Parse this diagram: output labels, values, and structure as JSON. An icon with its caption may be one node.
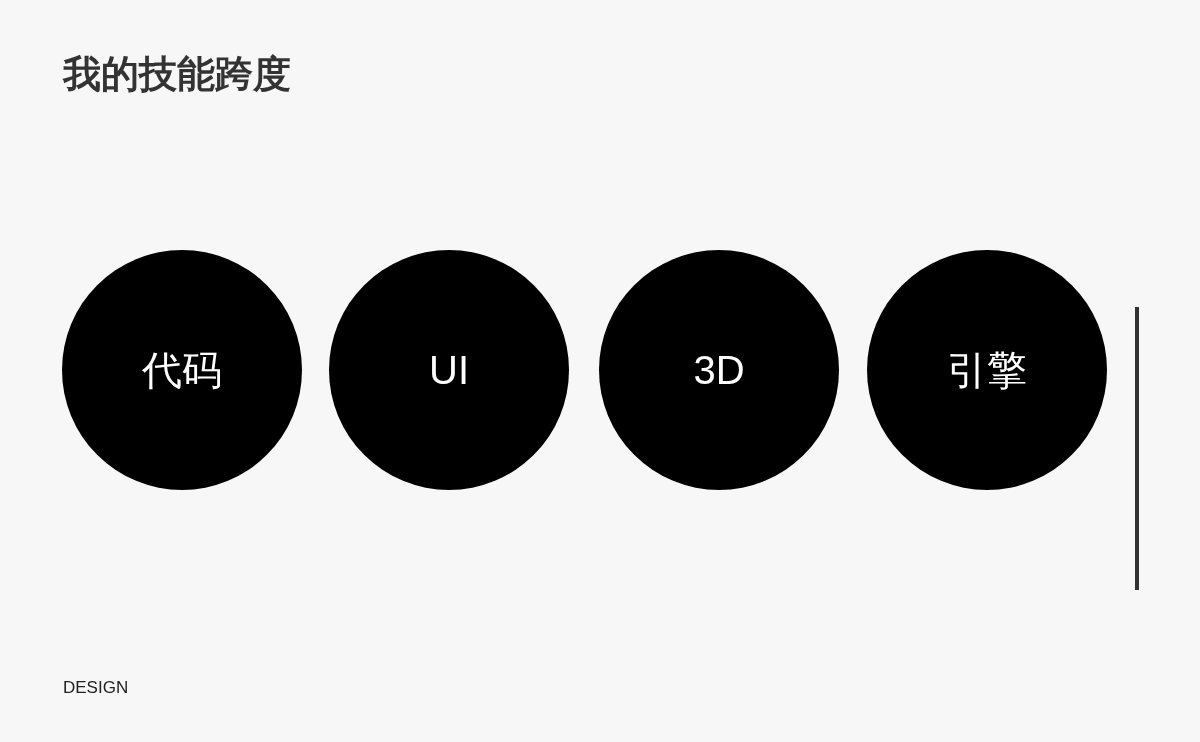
{
  "diagram": {
    "title": "我的技能跨度",
    "nodes": [
      {
        "text": [
          "代码"
        ]
      },
      {
        "text": [
          "UI"
        ]
      },
      {
        "text": [
          "3D"
        ]
      },
      {
        "text": [
          "引擎"
        ]
      }
    ],
    "labels": [
      "DESIGN"
    ]
  }
}
